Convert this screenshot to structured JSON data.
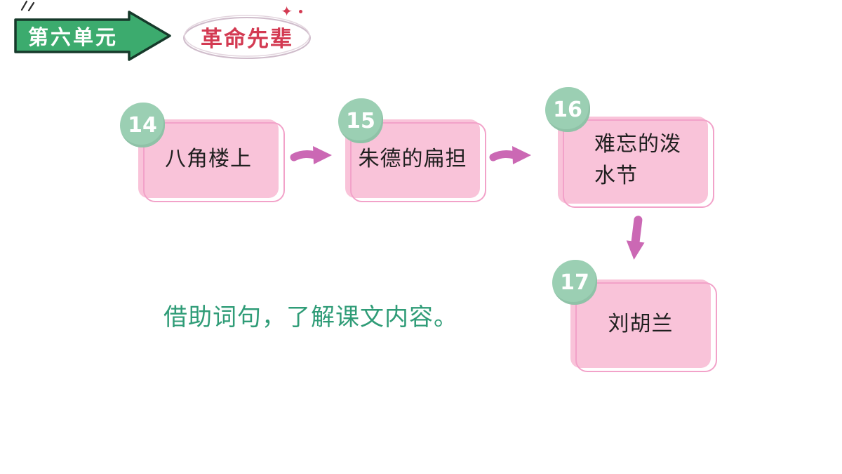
{
  "banner": {
    "label": "第六单元"
  },
  "topic": {
    "label": "革命先辈"
  },
  "lessons": [
    {
      "number": "14",
      "title": "八角楼上"
    },
    {
      "number": "15",
      "title": "朱德的扁担"
    },
    {
      "number": "16",
      "title": "难忘的泼水节"
    },
    {
      "number": "17",
      "title": "刘胡兰"
    }
  ],
  "note": {
    "text": "借助词句，了解课文内容。"
  },
  "icons": {
    "sparkle": "✦"
  },
  "colors": {
    "banner-green": "#3cab6e",
    "banner-outline": "#16392a",
    "topic-red": "#d33a52",
    "card-pink": "#f9c3d9",
    "card-outline": "#f2a2c9",
    "badge-green": "#9bcfb3",
    "arrow-pink": "#cb68b4",
    "note-green": "#2f9c77"
  }
}
